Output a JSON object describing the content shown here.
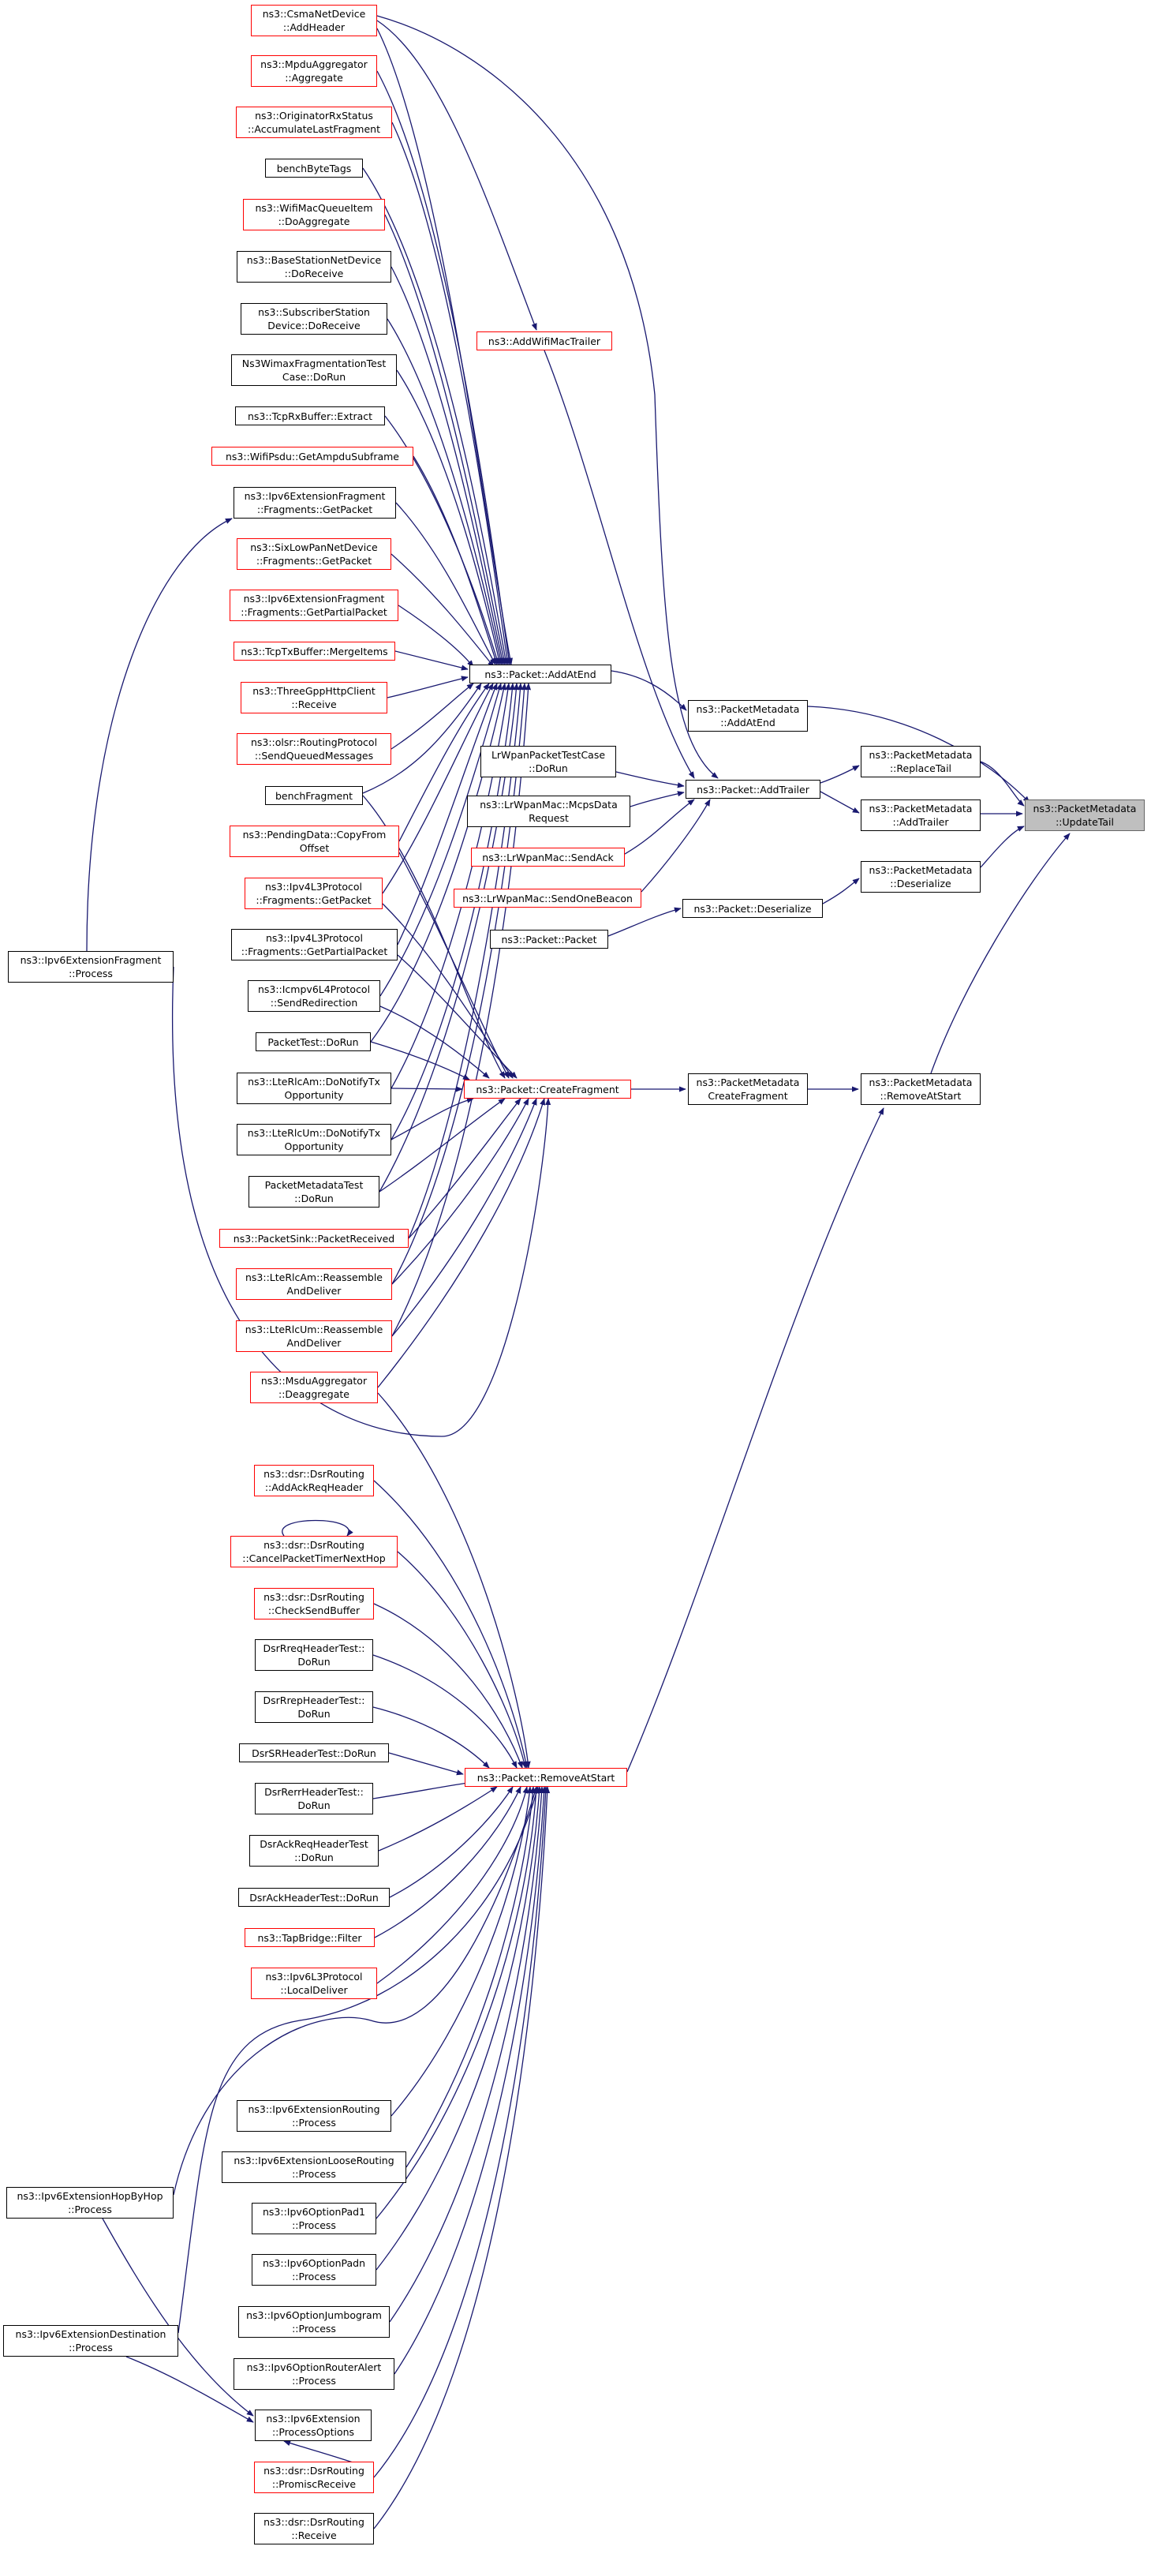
{
  "graph": {
    "edge_color": "#191970",
    "nodes": [
      {
        "id": "target",
        "lines": [
          "ns3::PacketMetadata",
          "::UpdateTail"
        ],
        "style": "focus"
      },
      {
        "id": "pm_addatend",
        "lines": [
          "ns3::PacketMetadata",
          "::AddAtEnd"
        ],
        "style": "black"
      },
      {
        "id": "pm_replacetail",
        "lines": [
          "ns3::PacketMetadata",
          "::ReplaceTail"
        ],
        "style": "black"
      },
      {
        "id": "pm_addtrailer",
        "lines": [
          "ns3::PacketMetadata",
          "::AddTrailer"
        ],
        "style": "black"
      },
      {
        "id": "pm_deserialize",
        "lines": [
          "ns3::PacketMetadata",
          "::Deserialize"
        ],
        "style": "black"
      },
      {
        "id": "pm_removeatstart",
        "lines": [
          "ns3::PacketMetadata",
          "::RemoveAtStart"
        ],
        "style": "black"
      },
      {
        "id": "pm_createfragment",
        "lines": [
          "ns3::PacketMetadata",
          "CreateFragment"
        ],
        "style": "black"
      },
      {
        "id": "p_addatend",
        "lines": [
          "ns3::Packet::AddAtEnd"
        ],
        "style": "black"
      },
      {
        "id": "p_addtrailer",
        "lines": [
          "ns3::Packet::AddTrailer"
        ],
        "style": "black"
      },
      {
        "id": "p_deserialize",
        "lines": [
          "ns3::Packet::Deserialize"
        ],
        "style": "black"
      },
      {
        "id": "p_packet",
        "lines": [
          "ns3::Packet::Packet"
        ],
        "style": "black"
      },
      {
        "id": "p_createfragment",
        "lines": [
          "ns3::Packet::CreateFragment"
        ],
        "style": "red"
      },
      {
        "id": "p_removeatstart",
        "lines": [
          "ns3::Packet::RemoveAtStart"
        ],
        "style": "red"
      },
      {
        "id": "addwifimactrailer",
        "lines": [
          "ns3::AddWifiMacTrailer"
        ],
        "style": "red"
      },
      {
        "id": "lrwpantestcase",
        "lines": [
          "LrWpanPacketTestCase",
          "::DoRun"
        ],
        "style": "black"
      },
      {
        "id": "mcpsdatareq",
        "lines": [
          "ns3::LrWpanMac::McpsData",
          "Request"
        ],
        "style": "black"
      },
      {
        "id": "sendack",
        "lines": [
          "ns3::LrWpanMac::SendAck"
        ],
        "style": "red"
      },
      {
        "id": "sendonebeacon",
        "lines": [
          "ns3::LrWpanMac::SendOneBeacon"
        ],
        "style": "red"
      },
      {
        "id": "csma",
        "lines": [
          "ns3::CsmaNetDevice",
          "::AddHeader"
        ],
        "style": "red"
      },
      {
        "id": "mpduagg",
        "lines": [
          "ns3::MpduAggregator",
          "::Aggregate"
        ],
        "style": "red"
      },
      {
        "id": "origrx",
        "lines": [
          "ns3::OriginatorRxStatus",
          "::AccumulateLastFragment"
        ],
        "style": "red"
      },
      {
        "id": "benchbytetags",
        "lines": [
          "benchByteTags"
        ],
        "style": "black"
      },
      {
        "id": "wifimacqueue",
        "lines": [
          "ns3::WifiMacQueueItem",
          "::DoAggregate"
        ],
        "style": "red"
      },
      {
        "id": "bsnetdev",
        "lines": [
          "ns3::BaseStationNetDevice",
          "::DoReceive"
        ],
        "style": "black"
      },
      {
        "id": "ssnetdev",
        "lines": [
          "ns3::SubscriberStation",
          "Device::DoReceive"
        ],
        "style": "black"
      },
      {
        "id": "wimaxfrag",
        "lines": [
          "Ns3WimaxFragmentationTest",
          "Case::DoRun"
        ],
        "style": "black"
      },
      {
        "id": "tcprx",
        "lines": [
          "ns3::TcpRxBuffer::Extract"
        ],
        "style": "black"
      },
      {
        "id": "wifipsdu",
        "lines": [
          "ns3::WifiPsdu::GetAmpduSubframe"
        ],
        "style": "red"
      },
      {
        "id": "ipv6frag_getpacket",
        "lines": [
          "ns3::Ipv6ExtensionFragment",
          "::Fragments::GetPacket"
        ],
        "style": "black"
      },
      {
        "id": "sixlowpan",
        "lines": [
          "ns3::SixLowPanNetDevice",
          "::Fragments::GetPacket"
        ],
        "style": "red"
      },
      {
        "id": "ipv6frag_partial",
        "lines": [
          "ns3::Ipv6ExtensionFragment",
          "::Fragments::GetPartialPacket"
        ],
        "style": "red"
      },
      {
        "id": "tcptx",
        "lines": [
          "ns3::TcpTxBuffer::MergeItems"
        ],
        "style": "red"
      },
      {
        "id": "threegpp",
        "lines": [
          "ns3::ThreeGppHttpClient",
          "::Receive"
        ],
        "style": "red"
      },
      {
        "id": "olsr",
        "lines": [
          "ns3::olsr::RoutingProtocol",
          "::SendQueuedMessages"
        ],
        "style": "red"
      },
      {
        "id": "benchfragment",
        "lines": [
          "benchFragment"
        ],
        "style": "black"
      },
      {
        "id": "pendingdata",
        "lines": [
          "ns3::PendingData::CopyFrom",
          "Offset"
        ],
        "style": "red"
      },
      {
        "id": "ipv4l3_getpacket",
        "lines": [
          "ns3::Ipv4L3Protocol",
          "::Fragments::GetPacket"
        ],
        "style": "red"
      },
      {
        "id": "ipv4l3_partial",
        "lines": [
          "ns3::Ipv4L3Protocol",
          "::Fragments::GetPartialPacket"
        ],
        "style": "black"
      },
      {
        "id": "icmpv6",
        "lines": [
          "ns3::Icmpv6L4Protocol",
          "::SendRedirection"
        ],
        "style": "black"
      },
      {
        "id": "packettest",
        "lines": [
          "PacketTest::DoRun"
        ],
        "style": "black"
      },
      {
        "id": "lterlcam_tx",
        "lines": [
          "ns3::LteRlcAm::DoNotifyTx",
          "Opportunity"
        ],
        "style": "black"
      },
      {
        "id": "lterlcum_tx",
        "lines": [
          "ns3::LteRlcUm::DoNotifyTx",
          "Opportunity"
        ],
        "style": "black"
      },
      {
        "id": "pmtest",
        "lines": [
          "PacketMetadataTest",
          "::DoRun"
        ],
        "style": "black"
      },
      {
        "id": "packetsink",
        "lines": [
          "ns3::PacketSink::PacketReceived"
        ],
        "style": "red"
      },
      {
        "id": "lterlcam_re",
        "lines": [
          "ns3::LteRlcAm::Reassemble",
          "AndDeliver"
        ],
        "style": "red"
      },
      {
        "id": "lterlcum_re",
        "lines": [
          "ns3::LteRlcUm::Reassemble",
          "AndDeliver"
        ],
        "style": "red"
      },
      {
        "id": "msdu",
        "lines": [
          "ns3::MsduAggregator",
          "::Deaggregate"
        ],
        "style": "red"
      },
      {
        "id": "ipv6frag_process",
        "lines": [
          "ns3::Ipv6ExtensionFragment",
          "::Process"
        ],
        "style": "black"
      },
      {
        "id": "dsr_addackreq",
        "lines": [
          "ns3::dsr::DsrRouting",
          "::AddAckReqHeader"
        ],
        "style": "red"
      },
      {
        "id": "dsr_cancel",
        "lines": [
          "ns3::dsr::DsrRouting",
          "::CancelPacketTimerNextHop"
        ],
        "style": "red"
      },
      {
        "id": "dsr_checksend",
        "lines": [
          "ns3::dsr::DsrRouting",
          "::CheckSendBuffer"
        ],
        "style": "red"
      },
      {
        "id": "dsrrreq",
        "lines": [
          "DsrRreqHeaderTest::",
          "DoRun"
        ],
        "style": "black"
      },
      {
        "id": "dsrrrep",
        "lines": [
          "DsrRrepHeaderTest::",
          "DoRun"
        ],
        "style": "black"
      },
      {
        "id": "dsrsr",
        "lines": [
          "DsrSRHeaderTest::DoRun"
        ],
        "style": "black"
      },
      {
        "id": "dsrrerr",
        "lines": [
          "DsrRerrHeaderTest::",
          "DoRun"
        ],
        "style": "black"
      },
      {
        "id": "dsrackreq",
        "lines": [
          "DsrAckReqHeaderTest",
          "::DoRun"
        ],
        "style": "black"
      },
      {
        "id": "dsrack",
        "lines": [
          "DsrAckHeaderTest::DoRun"
        ],
        "style": "black"
      },
      {
        "id": "tapbridge",
        "lines": [
          "ns3::TapBridge::Filter"
        ],
        "style": "red"
      },
      {
        "id": "ipv6l3",
        "lines": [
          "ns3::Ipv6L3Protocol",
          "::LocalDeliver"
        ],
        "style": "red"
      },
      {
        "id": "ipv6routing",
        "lines": [
          "ns3::Ipv6ExtensionRouting",
          "::Process"
        ],
        "style": "black"
      },
      {
        "id": "ipv6loose",
        "lines": [
          "ns3::Ipv6ExtensionLooseRouting",
          "::Process"
        ],
        "style": "black"
      },
      {
        "id": "ipv6hopbyhop",
        "lines": [
          "ns3::Ipv6ExtensionHopByHop",
          "::Process"
        ],
        "style": "black"
      },
      {
        "id": "pad1",
        "lines": [
          "ns3::Ipv6OptionPad1",
          "::Process"
        ],
        "style": "black"
      },
      {
        "id": "padn",
        "lines": [
          "ns3::Ipv6OptionPadn",
          "::Process"
        ],
        "style": "black"
      },
      {
        "id": "jumbo",
        "lines": [
          "ns3::Ipv6OptionJumbogram",
          "::Process"
        ],
        "style": "black"
      },
      {
        "id": "ipv6dest",
        "lines": [
          "ns3::Ipv6ExtensionDestination",
          "::Process"
        ],
        "style": "black"
      },
      {
        "id": "routeralert",
        "lines": [
          "ns3::Ipv6OptionRouterAlert",
          "::Process"
        ],
        "style": "black"
      },
      {
        "id": "ipv6ext_procopt",
        "lines": [
          "ns3::Ipv6Extension",
          "::ProcessOptions"
        ],
        "style": "black"
      },
      {
        "id": "dsr_promisc",
        "lines": [
          "ns3::dsr::DsrRouting",
          "::PromiscReceive"
        ],
        "style": "red"
      },
      {
        "id": "dsr_receive",
        "lines": [
          "ns3::dsr::DsrRouting",
          "::Receive"
        ],
        "style": "black"
      }
    ]
  }
}
